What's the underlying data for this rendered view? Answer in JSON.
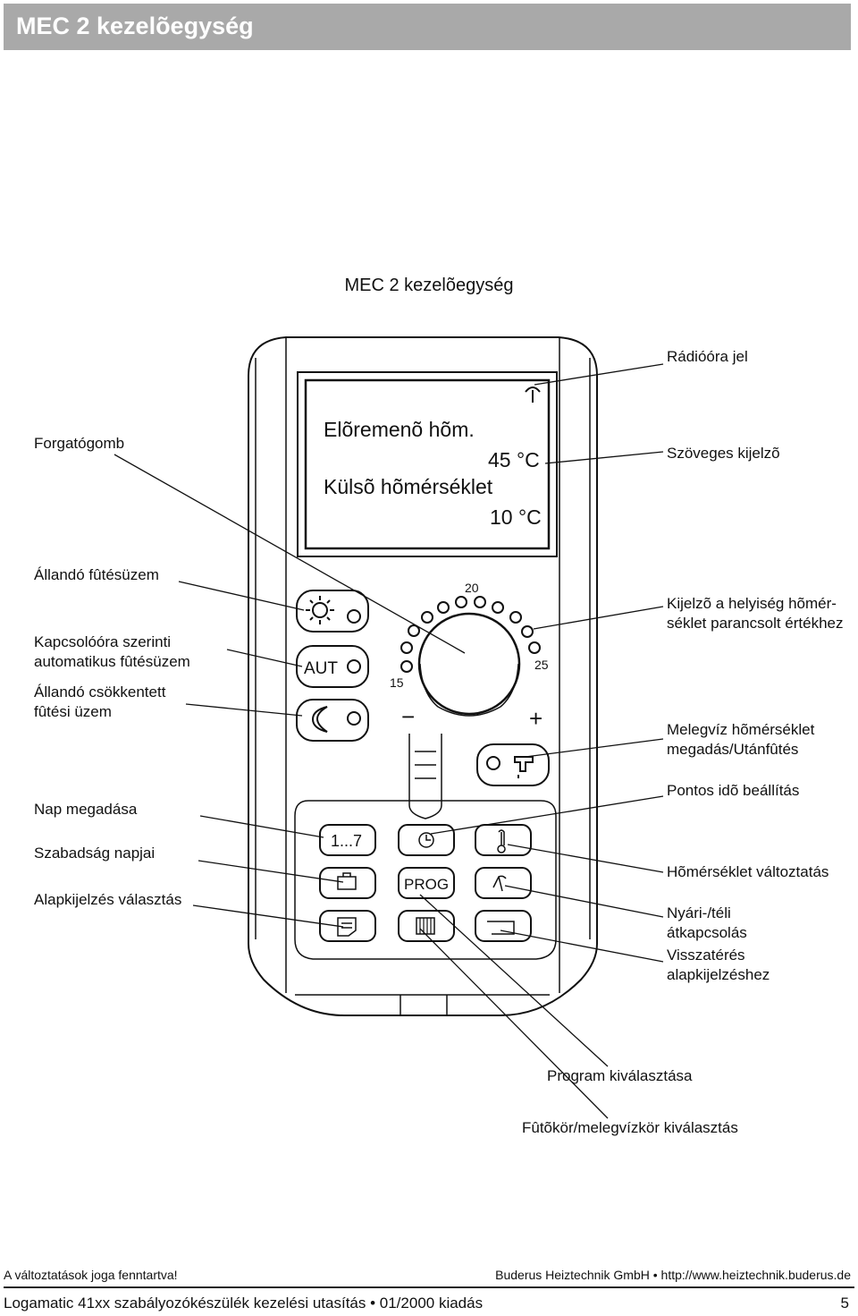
{
  "header": {
    "title": "MEC 2 kezelõegység"
  },
  "figure": {
    "title": "MEC 2 kezelõegység",
    "display": {
      "line1": "Elõremenõ hõm.",
      "line2": "45 °C",
      "line3": "Külsõ hõmérséklet",
      "line4": "10 °C"
    },
    "dial": {
      "min_label": "15",
      "mid_label": "20",
      "max_label": "25",
      "minus": "−",
      "plus": "+"
    },
    "keys": {
      "aut": "AUT",
      "day": "1...7",
      "prog": "PROG"
    },
    "labels_left": {
      "knob": "Forgatógomb",
      "constant_heating": "Állandó fûtésüzem",
      "auto_line1": "Kapcsolóóra szerinti",
      "auto_line2": "automatikus fûtésüzem",
      "reduced_line1": "Állandó csökkentett",
      "reduced_line2": "fûtési üzem",
      "day_set": "Nap megadása",
      "holiday": "Szabadság napjai",
      "base_display": "Alapkijelzés választás"
    },
    "labels_right": {
      "radio_clock": "Rádióóra jel",
      "text_display": "Szöveges kijelzõ",
      "room_temp_line1": "Kijelzõ a helyiség hõmér-",
      "room_temp_line2": "séklet parancsolt értékhez",
      "dhw_line1": "Melegvíz hõmérséklet",
      "dhw_line2": "megadás/Utánfûtés",
      "time_set": "Pontos idõ beállítás",
      "temp_change": "Hõmérséklet változtatás",
      "summer_line1": "Nyári-/téli",
      "summer_line2": "átkapcsolás",
      "return_line1": "Visszatérés",
      "return_line2": "alapkijelzéshez"
    },
    "labels_bottom": {
      "program_select": "Program kiválasztása",
      "circuit_select": "Fûtõkör/melegvízkör kiválasztás"
    }
  },
  "footer": {
    "note": "A változtatások joga fenntartva!",
    "company": "Buderus Heiztechnik GmbH • http://www.heiztechnik.buderus.de",
    "document": "Logamatic 41xx szabályozókészülék kezelési utasítás • 01/2000 kiadás",
    "page": "5"
  }
}
